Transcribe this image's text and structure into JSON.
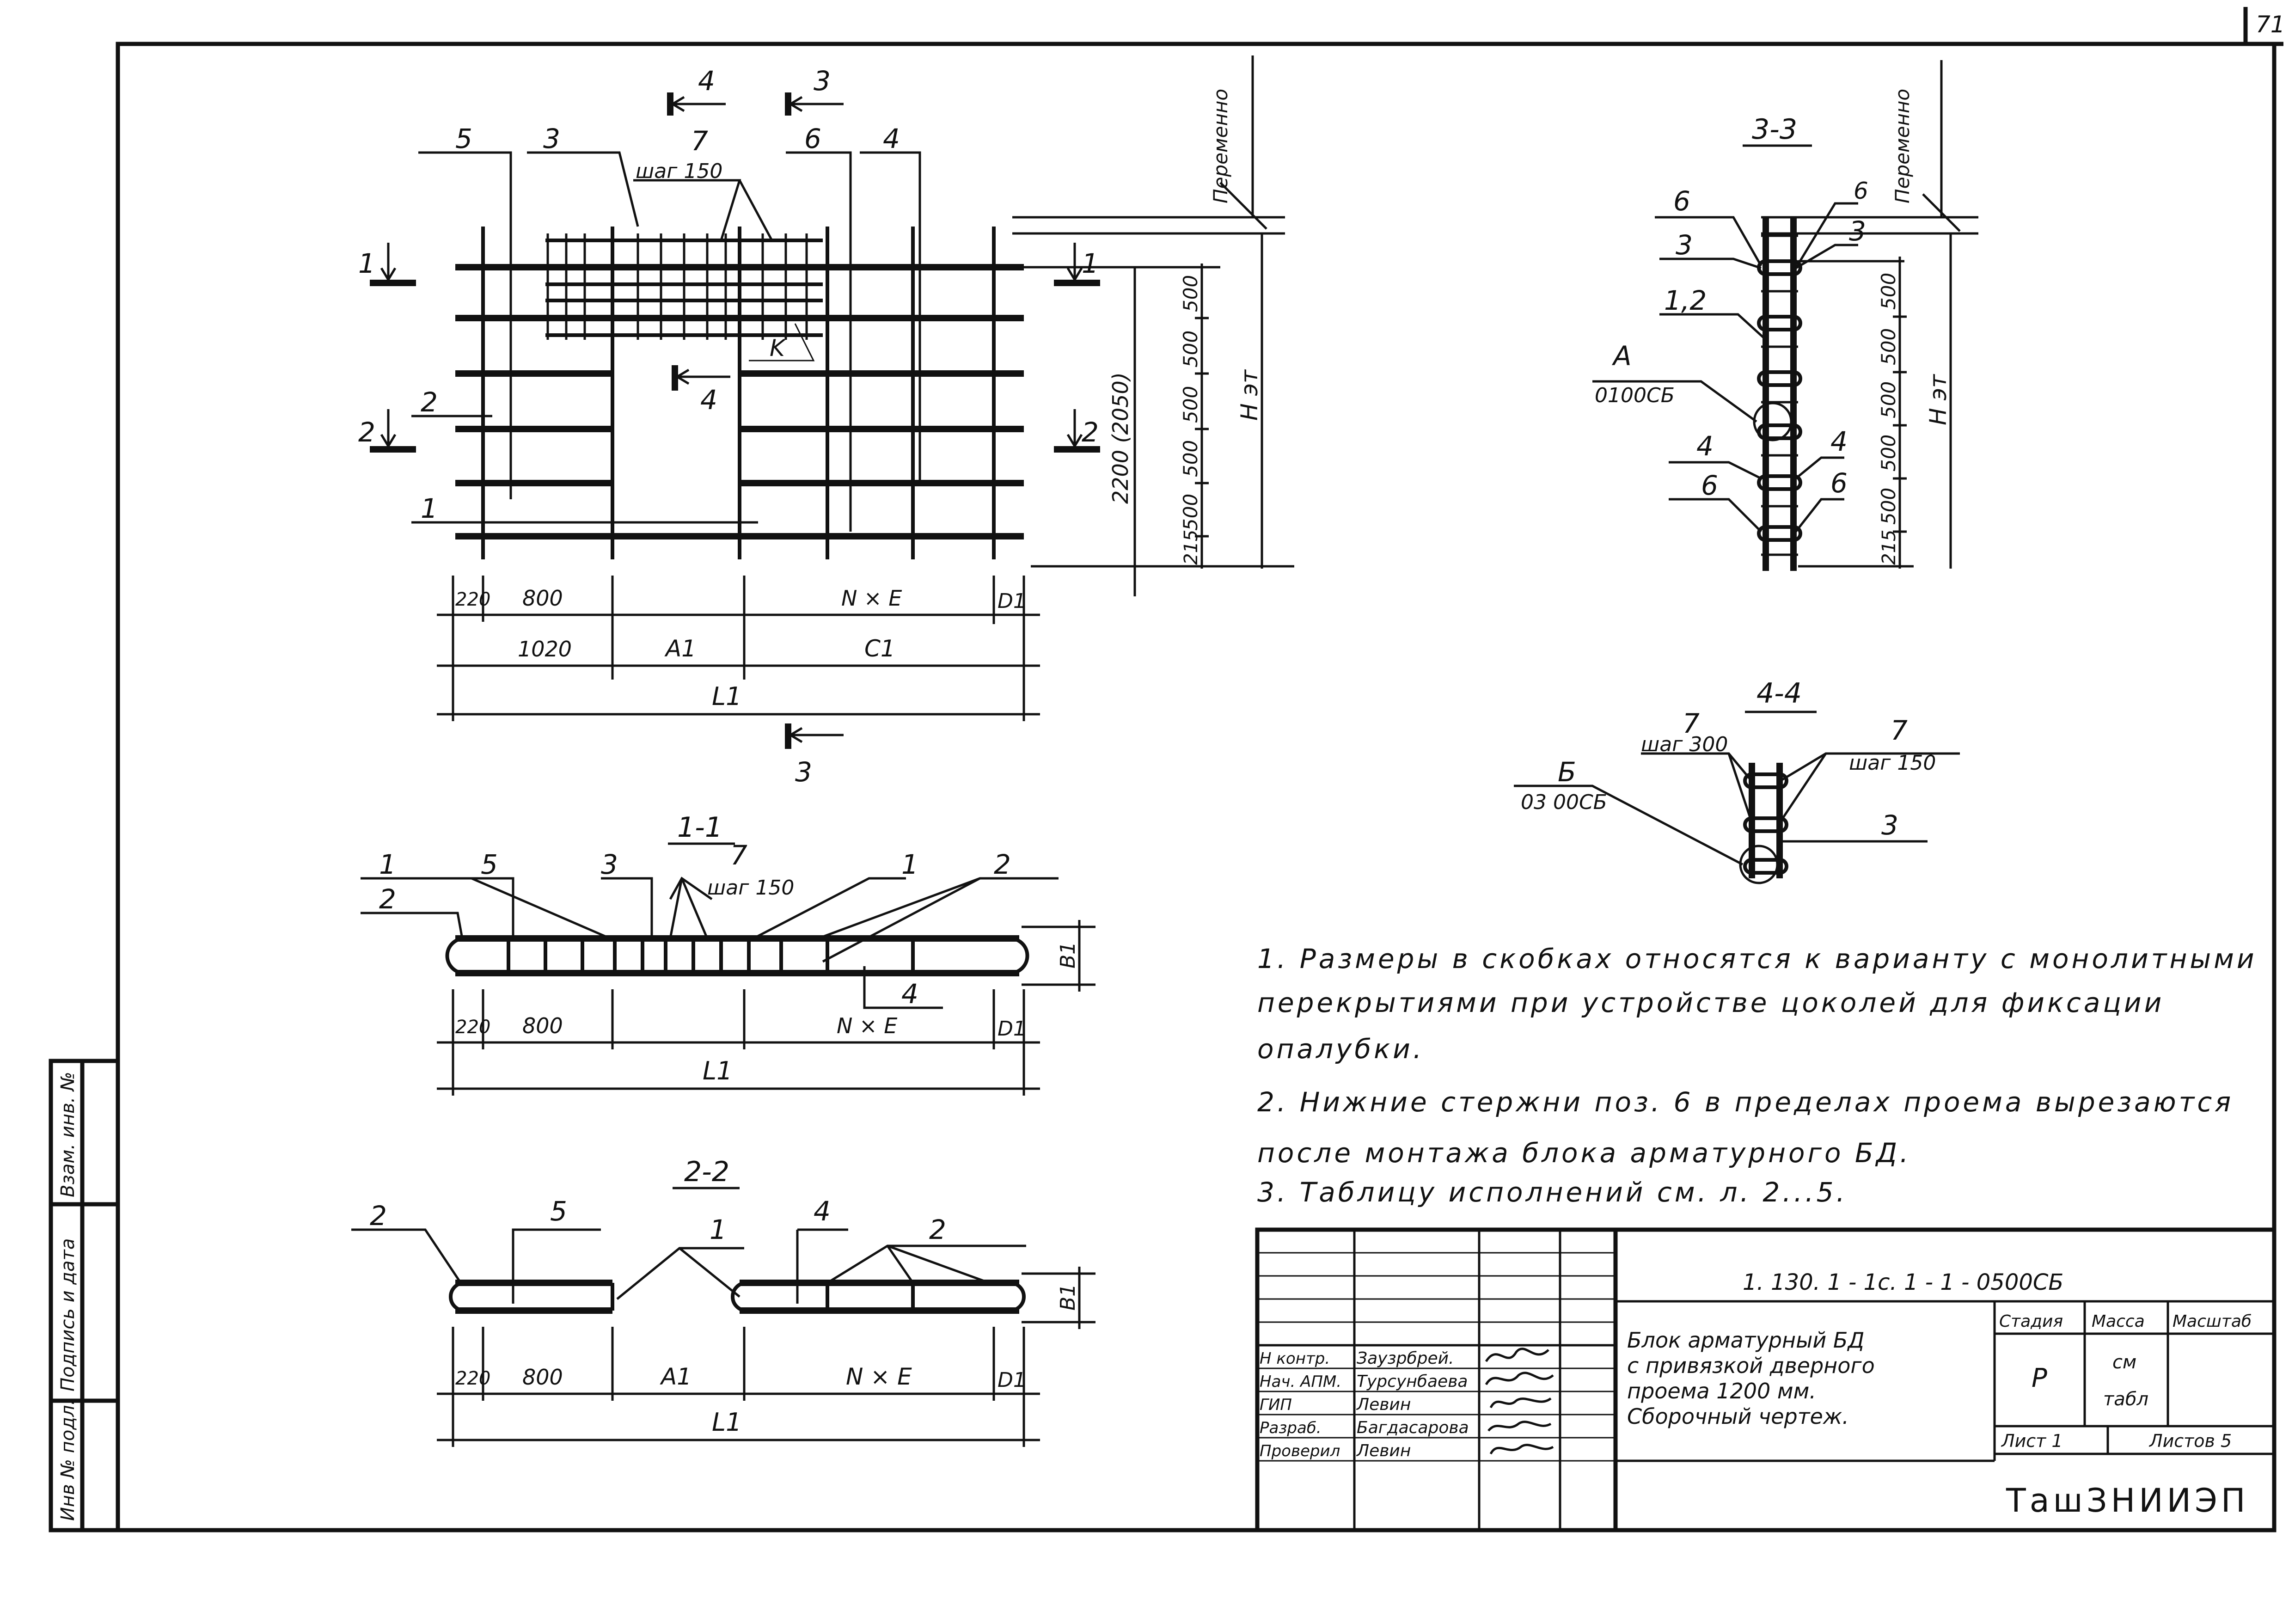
{
  "sheet": {
    "page_number": "71",
    "stamp_cols": [
      "Инв № подл.",
      "Подпись и дата",
      "Взам. инв. №"
    ]
  },
  "plan": {
    "callouts": {
      "c5": "5",
      "c3": "3",
      "c7": "7",
      "c6": "6",
      "c4": "4",
      "c1": "1",
      "c2": "2",
      "k": "K"
    },
    "step": "шаг 150",
    "sec_marks": {
      "s1": "1",
      "s2": "2",
      "s3": "3",
      "s4": "4"
    },
    "variable": "Переменно",
    "vdims": [
      "500",
      "500",
      "500",
      "500",
      "500",
      "215"
    ],
    "height_total": "2200 (2050)",
    "height_floor": "H эт",
    "hdims": {
      "d220": "220",
      "d800": "800",
      "nxe": "N × E",
      "d1": "D1",
      "d1020": "1020",
      "a1": "A1",
      "c1": "C1",
      "l1": "L1"
    }
  },
  "sec11": {
    "title": "1-1",
    "callouts": {
      "c1a": "1",
      "c5": "5",
      "c3": "3",
      "c7": "7",
      "c1b": "1",
      "c2a": "2",
      "c2b": "2",
      "c4": "4"
    },
    "step": "шаг 150",
    "dims": {
      "d220": "220",
      "d800": "800",
      "nxe": "N × E",
      "d1": "D1",
      "l1": "L1",
      "b1": "B1"
    }
  },
  "sec22": {
    "title": "2-2",
    "callouts": {
      "c2a": "2",
      "c5": "5",
      "c1": "1",
      "c4": "4",
      "c2b": "2"
    },
    "dims": {
      "d220": "220",
      "d800": "800",
      "a1": "A1",
      "nxe": "N × E",
      "d1": "D1",
      "l1": "L1",
      "b1": "B1"
    }
  },
  "sec33": {
    "title": "3-3",
    "callouts": {
      "c6a": "6",
      "c6b": "6",
      "c3a": "3",
      "c3b": "3",
      "c12": "1,2",
      "ca": "A",
      "c4a": "4",
      "c4b": "4",
      "c6c": "6",
      "c6d": "6"
    },
    "node_ref": "0100СБ",
    "variable": "Переменно",
    "vdims": [
      "500",
      "500",
      "500",
      "500",
      "500",
      "215"
    ],
    "height_floor": "H эт"
  },
  "sec44": {
    "title": "4-4",
    "callouts": {
      "c7a": "7",
      "c7b": "7",
      "cb": "Б",
      "c3": "3"
    },
    "step_left": "шаг 300",
    "step_right": "шаг 150",
    "node_ref": "03 00СБ"
  },
  "notes": [
    "1. Размеры  в  скобках  относятся  к  варианту  с  монолитными",
    "перекрытиями  при  устройстве  цоколей  для  фиксации",
    "опалубки.",
    "2. Нижние  стержни  поз. 6  в  пределах  проема  вырезаются",
    "после  монтажа  блока  арматурного  БД.",
    "3. Таблицу  исполнений  см. л.  2...5."
  ],
  "title_block": {
    "doc_code": "1. 130. 1 - 1с. 1 - 1 - 0500СБ",
    "title_lines": [
      "Блок  арматурный  БД",
      "с  привязкой  дверного",
      "проема  1200  мм.",
      "Сборочный  чертеж."
    ],
    "stage_label": "Стадия",
    "mass_label": "Масса",
    "scale_label": "Масштаб",
    "stage_value": "Р",
    "mass_value_1": "см",
    "mass_value_2": "табл",
    "sheet_label": "Лист 1",
    "sheets_label": "Листов 5",
    "org": "ТашЗНИИЭП",
    "people": [
      {
        "role": "Н контр.",
        "name": "Заузрбрей."
      },
      {
        "role": "Нач. АПМ.",
        "name": "Турсунбаева"
      },
      {
        "role": "ГИП",
        "name": "Левин"
      },
      {
        "role": "Разраб.",
        "name": "Багдасарова"
      },
      {
        "role": "Проверил",
        "name": "Левин"
      }
    ]
  }
}
